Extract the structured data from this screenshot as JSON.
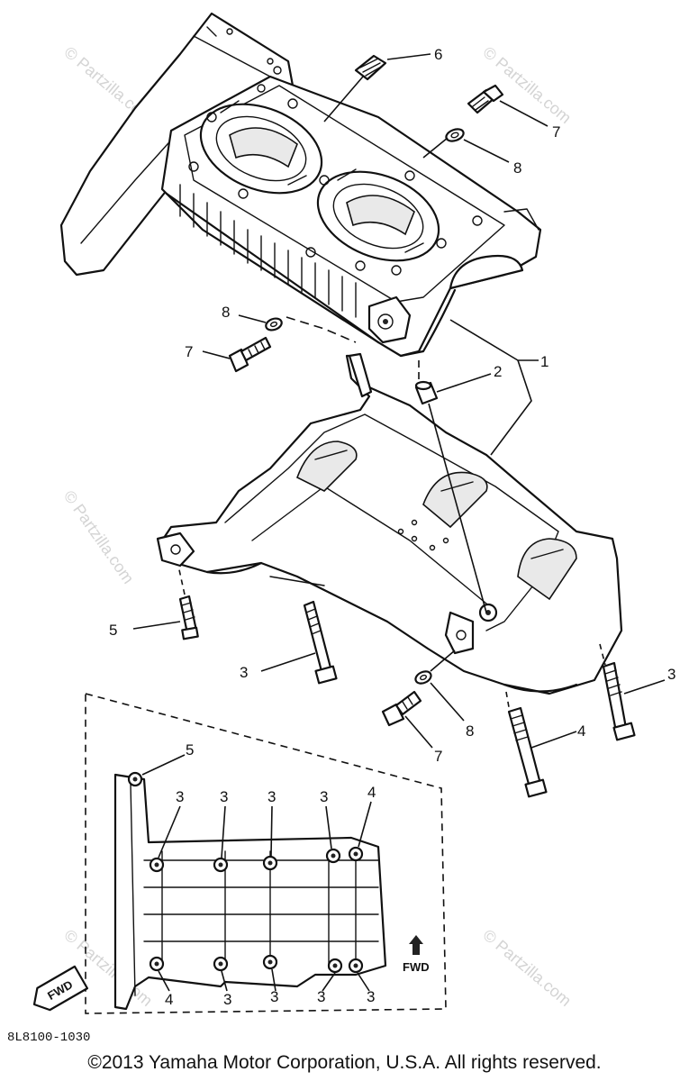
{
  "diagram": {
    "callouts": {
      "c1": "1",
      "c2": "2",
      "c3": "3",
      "c4": "4",
      "c5": "5",
      "c6": "6",
      "c7": "7",
      "c8": "8"
    },
    "fwd_label": "FWD",
    "fwd_tag": "FWD",
    "part_code": "8L8100-1030"
  },
  "watermark": {
    "text": "© Partzilla.com"
  },
  "footer": {
    "copyright": "©2013  Yamaha Motor Corporation, U.S.A. All rights reserved."
  },
  "colors": {
    "ink": "#111111",
    "watermark": "#d4d4d4",
    "background": "#ffffff"
  }
}
